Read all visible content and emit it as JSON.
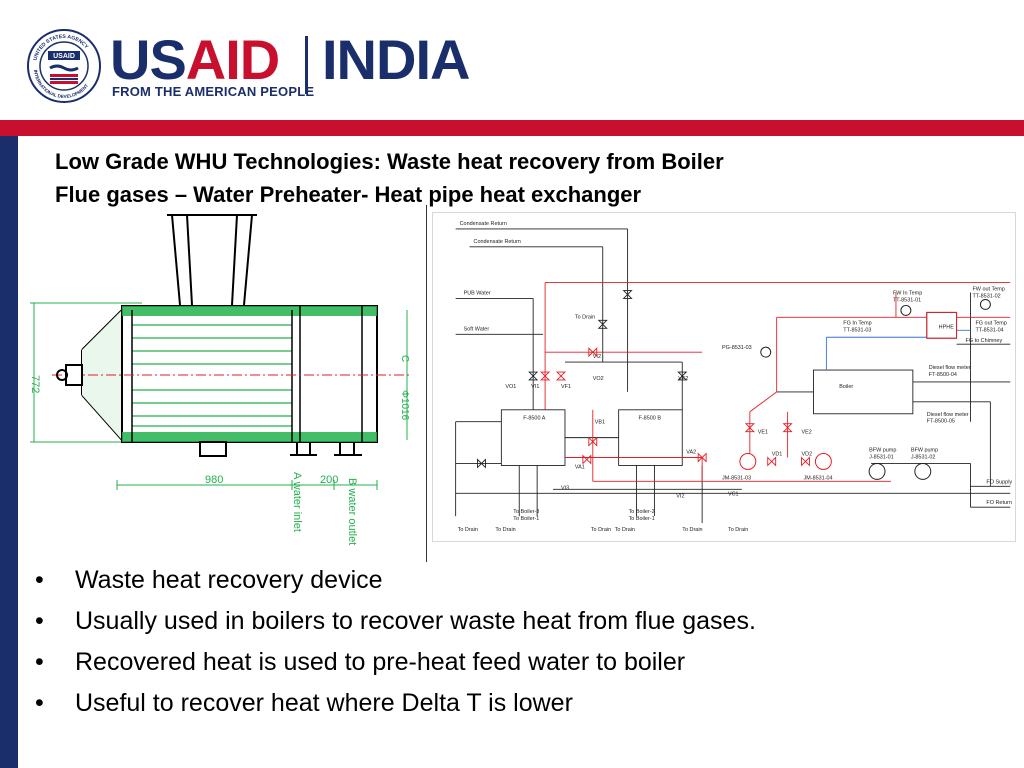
{
  "header": {
    "seal_text_top": "UNITED STATES AGENCY",
    "seal_text_bottom": "INTERNATIONAL DEVELOPMENT",
    "seal_center": "USAID",
    "logo_us": "US",
    "logo_aid": "AID",
    "logo_country": "INDIA",
    "tagline": "FROM THE AMERICAN PEOPLE"
  },
  "colors": {
    "brand_navy": "#1a2e6b",
    "brand_red": "#c8102e",
    "drawing_green": "#22b14c",
    "pipe_red": "#e31e24",
    "pipe_blue": "#3b6fd8"
  },
  "slide": {
    "title_line1": "Low Grade WHU Technologies: Waste heat recovery from Boiler",
    "title_line2": "Flue gases – Water Preheater- Heat pipe heat exchanger",
    "bullets": [
      "Waste heat recovery device",
      "Usually used in boilers to recover waste heat from flue gases.",
      "Recovered heat is used to pre-heat feed water to boiler",
      "Useful to recover heat where Delta T is lower"
    ]
  },
  "left_drawing": {
    "dim_980": "980",
    "dim_200": "200",
    "dim_772": "772",
    "dim_phi": "Φ1016",
    "label_a": "A water inlet",
    "label_b": "B water outlet",
    "label_c": "C"
  },
  "right_drawing": {
    "condensate_return_1": "Condensate Return",
    "condensate_return_2": "Condensate Return",
    "pub_water": "PUB Water",
    "soft_water": "Soft Water",
    "to_drain_1": "To Drain",
    "fw_in_temp": "FW In Temp",
    "fw_in_tag": "TT-8531-01",
    "fw_out_temp": "FW out Temp",
    "fw_out_tag": "TT-8531-02",
    "fg_in_temp": "FG In Temp",
    "fg_in_tag": "TT-8531-03",
    "fg_out_temp": "FG out Temp",
    "fg_out_tag": "TT-8531-04",
    "whu": "HPHE",
    "fg_chimney": "FG to Chimney",
    "pg_tag": "PG-8531-03",
    "boiler": "Boiler",
    "diesel_meter_1": "Diesel flow meter",
    "diesel_tag_1": "FT-8500-04",
    "diesel_meter_2": "Diesel flow meter",
    "diesel_tag_2": "FT-8500-05",
    "tank_a": "F-8500 A",
    "tank_b": "F-8500 B",
    "vo1": "VO1",
    "vi1": "VI1",
    "vi2": "VI2",
    "vo2": "VO2",
    "vf1": "VF1",
    "vf2": "VF2",
    "vb1": "VB1",
    "va1": "VA1",
    "va2": "VA2",
    "ve1": "VE1",
    "ve2": "VE2",
    "vd1": "VD1",
    "vd2": "VD2",
    "vc1": "VC1",
    "vi3": "VI3",
    "vi2b": "VI2",
    "pump1": "JM-8531-03",
    "pump2": "JM-8531-04",
    "bfw1": "BFW pump",
    "bfw1_tag": "J-8531-01",
    "bfw2": "BFW pump",
    "bfw2_tag": "J-8531-02",
    "fo_supply": "FO Supply",
    "fo_return": "FO Return",
    "to_drain_a": "To Drain",
    "to_drain_b": "To Drain",
    "to_boiler_1": "To Boiler-3",
    "to_boiler_2": "To Boiler-1",
    "to_drain_c": "To Drain",
    "to_drain_d": "To Drain",
    "to_boiler_3": "To Boiler-2",
    "to_boiler_4": "To Boiler-1",
    "to_drain_e": "To Drain",
    "to_drain_f": "To Drain"
  }
}
